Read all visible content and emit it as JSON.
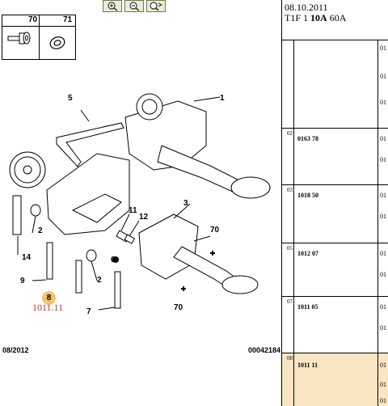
{
  "toolbar": {
    "buttons": [
      {
        "icon": "zoom-in-icon"
      },
      {
        "icon": "zoom-out-icon"
      },
      {
        "icon": "zoom-fit-icon"
      }
    ]
  },
  "legend": {
    "col1": "70",
    "col2": "71"
  },
  "part_labels": [
    "1",
    "2",
    "3",
    "5",
    "6",
    "11",
    "12",
    "70",
    "14",
    "2",
    "9",
    "7",
    "70",
    "8"
  ],
  "highlight": {
    "label": "8",
    "ref": "1011.11"
  },
  "footer": {
    "left": "08/2012",
    "right": "00042184"
  },
  "header": {
    "date": "08.10.2011",
    "model_prefix": "T1F 1 ",
    "model_bold": "10A",
    "model_suffix": " 60A"
  },
  "rows": [
    {
      "num": "",
      "ref": "",
      "qty": [
        "01",
        "01",
        "01"
      ]
    },
    {
      "num": "02",
      "ref": "0163 78",
      "qty": [
        "01",
        "01"
      ]
    },
    {
      "num": "03",
      "ref": "1018 50",
      "qty": [
        "01",
        "01"
      ]
    },
    {
      "num": "05",
      "ref": "1012 07",
      "qty": [
        "01",
        "01"
      ]
    },
    {
      "num": "07",
      "ref": "1011 05",
      "qty": [
        "01",
        "01"
      ]
    },
    {
      "num": "08",
      "ref": "1011 11",
      "qty": [
        "01",
        "01",
        "01"
      ]
    }
  ],
  "colors": {
    "highlight_row": "#fbe6c4",
    "badge": "#f2c36e",
    "ref_red": "#c03a2b"
  }
}
